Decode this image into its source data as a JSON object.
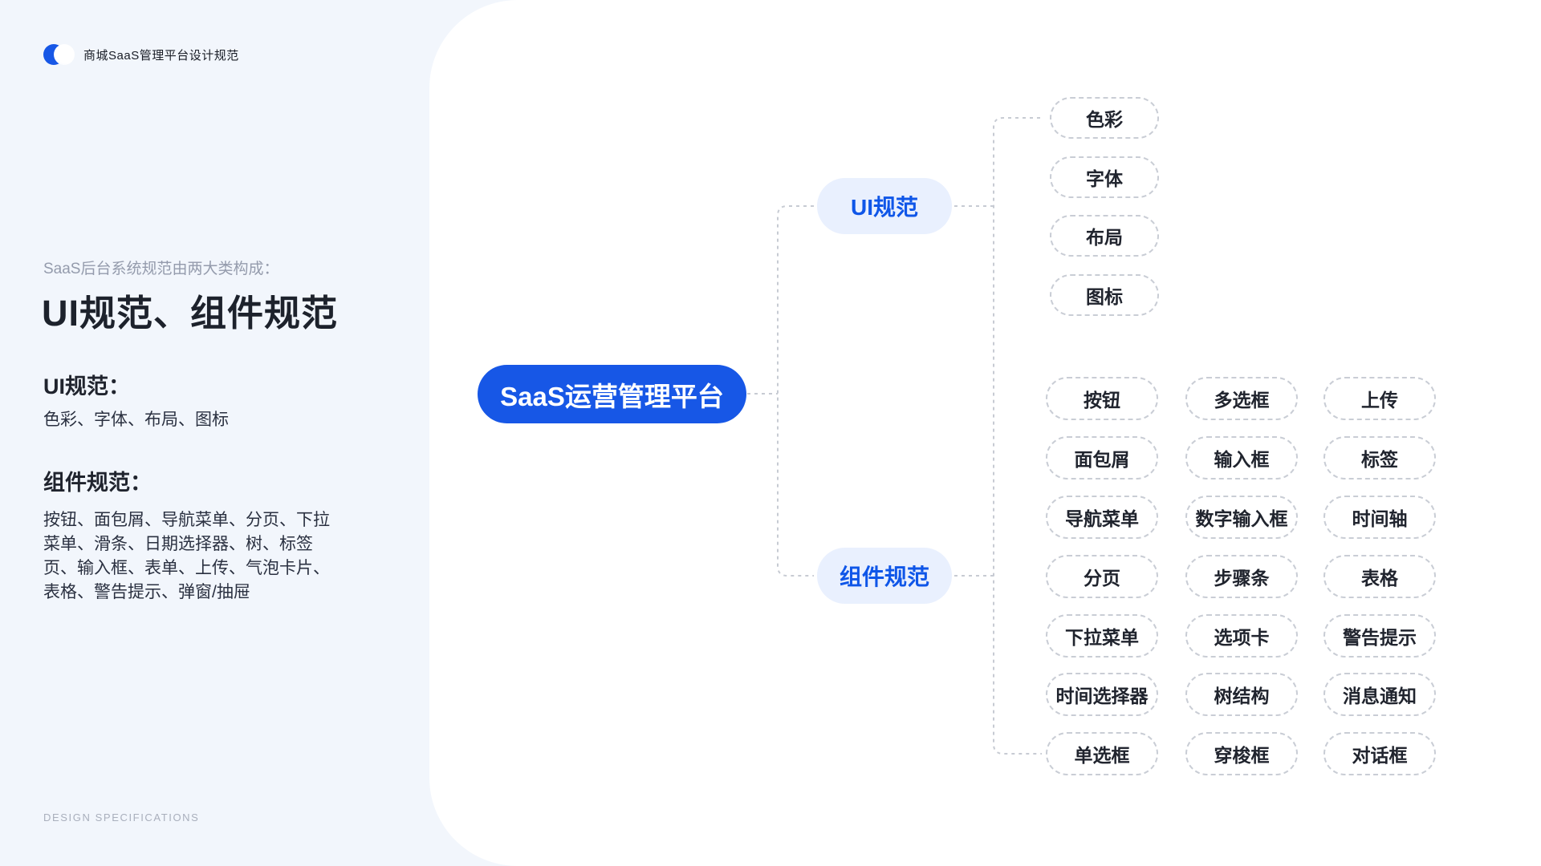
{
  "brand": {
    "title": "商城SaaS管理平台设计规范"
  },
  "sidebar": {
    "intro": "SaaS后台系统规范由两大类构成：",
    "headline": "UI规范、组件规范",
    "section_ui": {
      "title": "UI规范：",
      "body": "色彩、字体、布局、图标"
    },
    "section_component": {
      "title": "组件规范：",
      "body": "按钮、面包屑、导航菜单、分页、下拉菜单、滑条、日期选择器、树、标签页、输入框、表单、上传、气泡卡片、表格、警告提示、弹窗/抽屉"
    },
    "footer": "DESIGN SPECIFICATIONS"
  },
  "mindmap": {
    "root_label": "SaaS运营管理平台",
    "ui_branch_label": "UI规范",
    "component_branch_label": "组件规范",
    "ui_children": [
      "色彩",
      "字体",
      "布局",
      "图标"
    ],
    "component_grid": {
      "col1": [
        "按钮",
        "面包屑",
        "导航菜单",
        "分页",
        "下拉菜单",
        "时间选择器",
        "单选框"
      ],
      "col2": [
        "多选框",
        "输入框",
        "数字输入框",
        "步骤条",
        "选项卡",
        "树结构",
        "穿梭框"
      ],
      "col3": [
        "上传",
        "标签",
        "时间轴",
        "表格",
        "警告提示",
        "消息通知",
        "对话框"
      ]
    }
  },
  "colors": {
    "accent_blue": "#1757E6",
    "branch_pill_background": "#E9F0FE",
    "branch_text_blue": "#0F56E8",
    "sidebar_background": "#F2F6FC",
    "panel_background": "#FFFFFF",
    "dashed_line": "#C7CBD3",
    "dark_text": "#20242E"
  }
}
